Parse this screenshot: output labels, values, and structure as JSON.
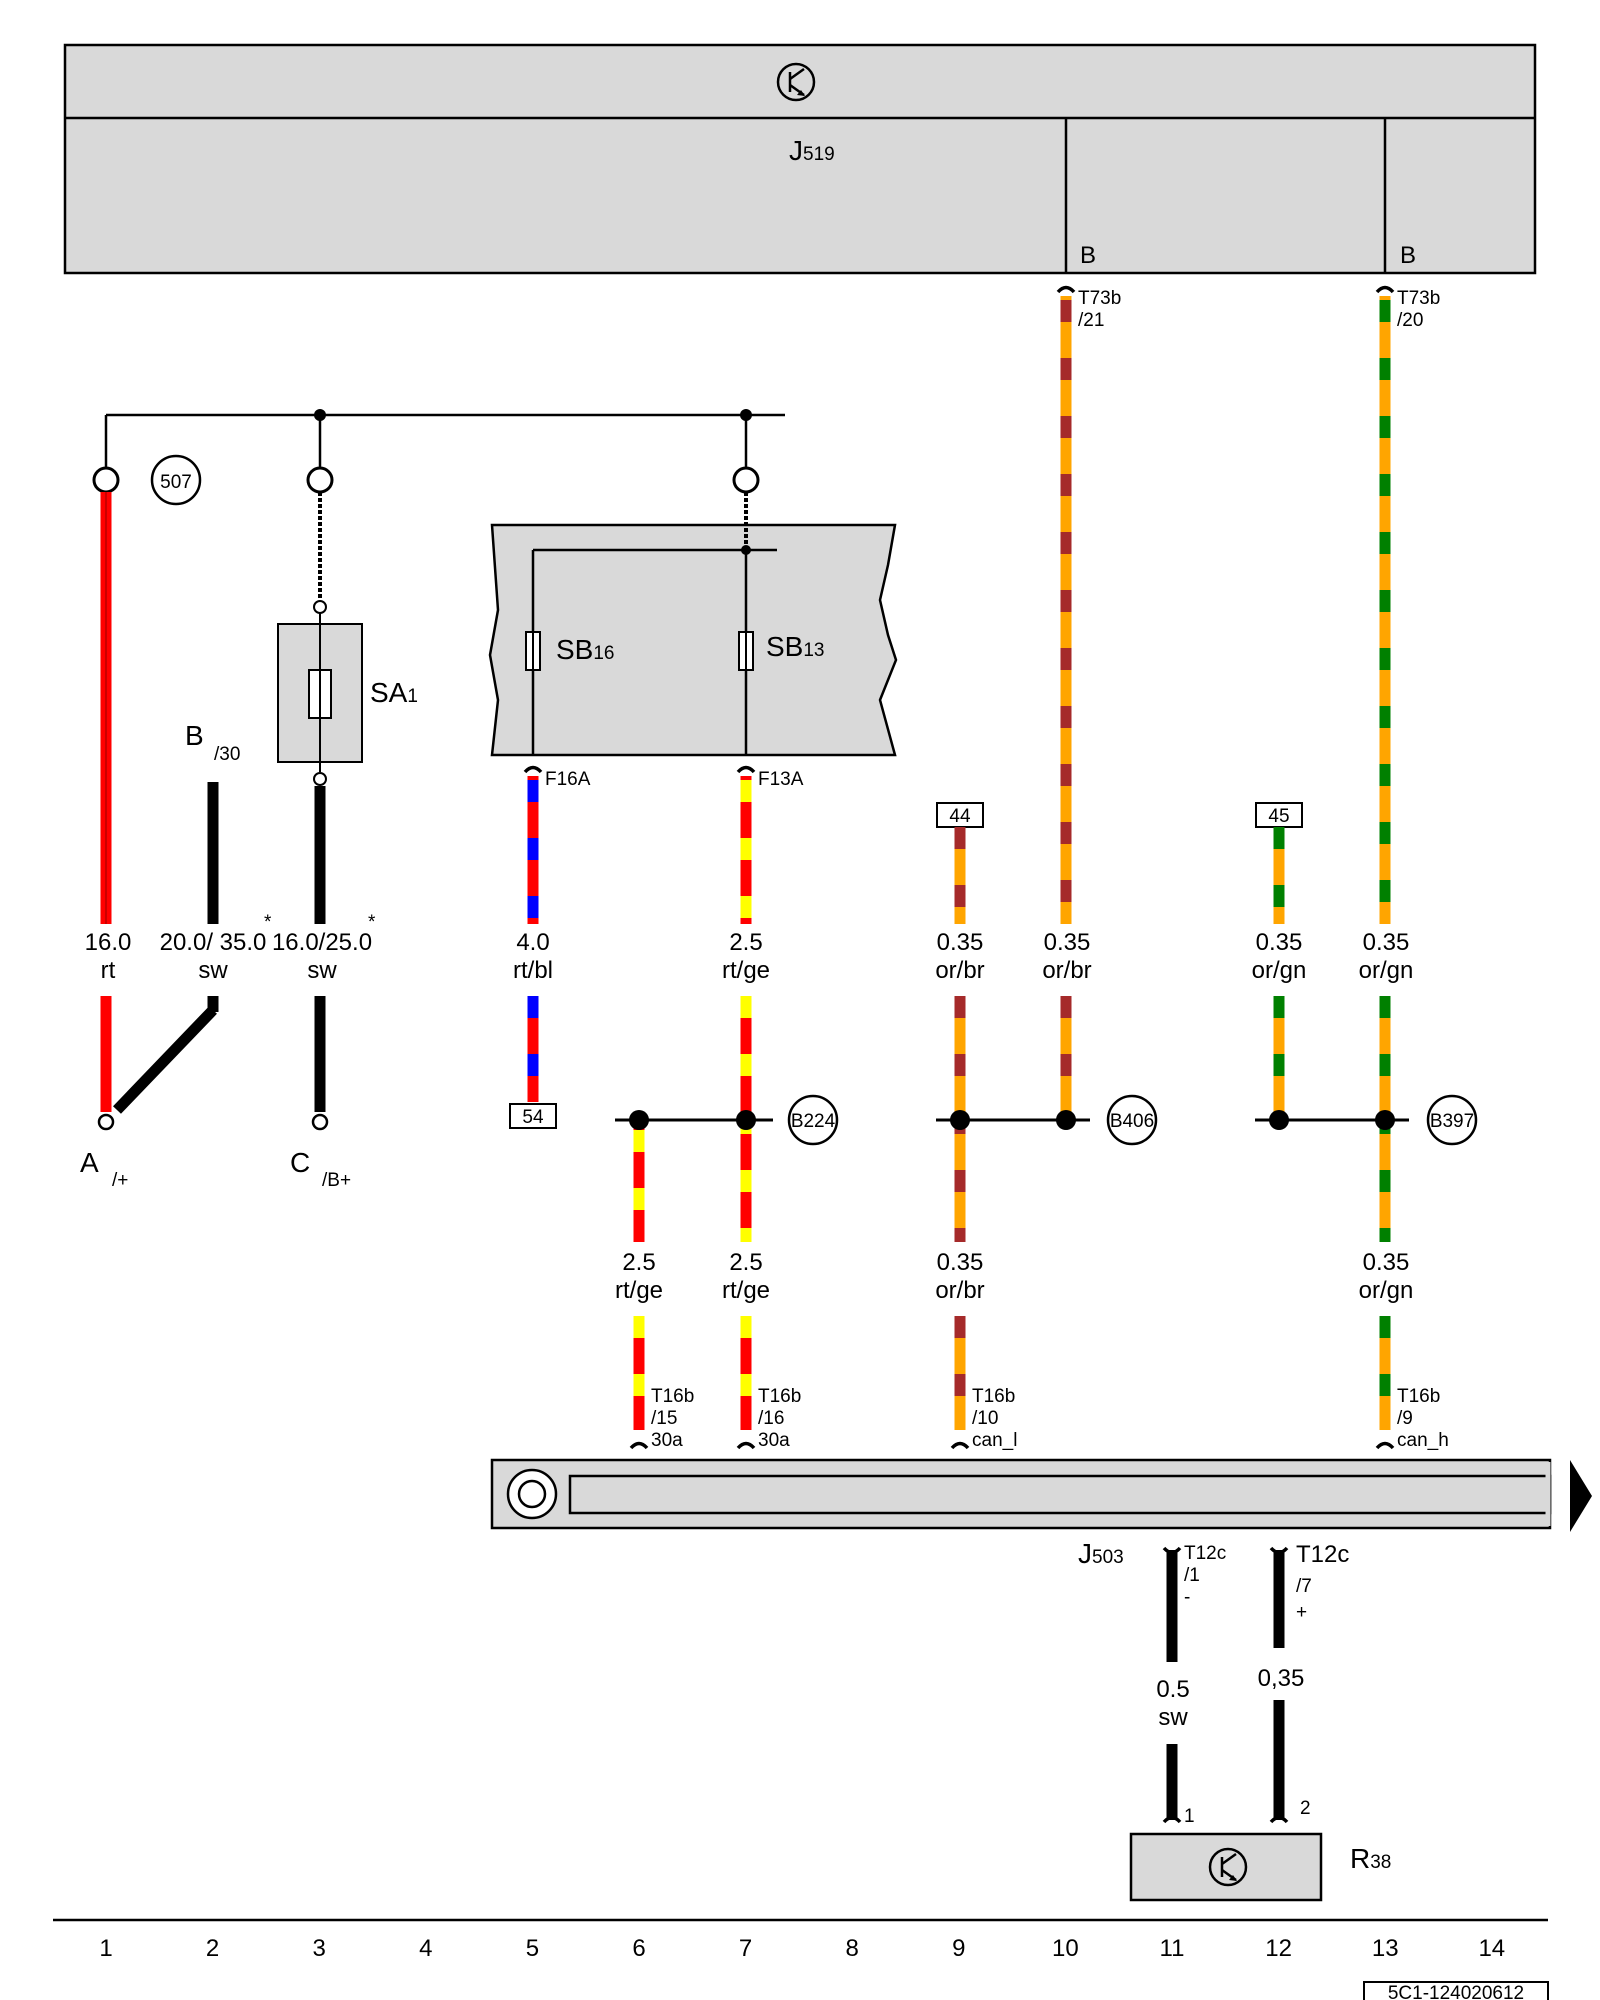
{
  "components": {
    "j519": {
      "name": "J",
      "sub": "519",
      "icon": "transistor-icon"
    },
    "j503": {
      "name": "J",
      "sub": "503"
    },
    "r38": {
      "name": "R",
      "sub": "38",
      "icon": "transistor-icon"
    },
    "sa1": {
      "name": "SA",
      "sub": "1"
    },
    "sb16": {
      "name": "SB",
      "sub": "16"
    },
    "sb13": {
      "name": "SB",
      "sub": "13"
    }
  },
  "markers": {
    "m507": "507",
    "b224": "B224",
    "b406": "B406",
    "b397": "B397",
    "box44": "44",
    "box45": "45",
    "box54": "54"
  },
  "pins": {
    "j519_b1": "B",
    "j519_b2": "B",
    "t73b_21_a": "T73b",
    "t73b_21_b": "/21",
    "t73b_20_a": "T73b",
    "t73b_20_b": "/20",
    "f16a": "F16A",
    "f13a": "F13A",
    "t16b_15_a": "T16b",
    "t16b_15_b": "/15",
    "t16b_15_c": "30a",
    "t16b_16_a": "T16b",
    "t16b_16_b": "/16",
    "t16b_16_c": "30a",
    "t16b_10_a": "T16b",
    "t16b_10_b": "/10",
    "t16b_10_c": "can_l",
    "t16b_9_a": "T16b",
    "t16b_9_b": "/9",
    "t16b_9_c": "can_h",
    "t12c_1_a": "T12c",
    "t12c_1_b": "/1",
    "t12c_1_c": "-",
    "t12c_7_a": "T12c",
    "t12c_7_b": "/7",
    "t12c_7_c": "+",
    "r38_1": "1",
    "r38_2": "2"
  },
  "terminals": {
    "a_main": "A",
    "a_sub": "/+",
    "b_main": "B",
    "b_sub": "/30",
    "c_main": "C",
    "c_sub": "/B+"
  },
  "wires": {
    "w1_size": "16.0",
    "w1_color": "rt",
    "w2_size": "20.0/ 35.0",
    "w2_color": "sw",
    "w2_star": "*",
    "w3_size": "16.0/25.0",
    "w3_color": "sw",
    "w3_star": "*",
    "w5_size": "4.0",
    "w5_color": "rt/bl",
    "w7_size": "2.5",
    "w7_color": "rt/ge",
    "w9_size": "0.35",
    "w9_color": "or/br",
    "w10_size": "0.35",
    "w10_color": "or/br",
    "w12a_size": "0.35",
    "w12a_color": "or/gn",
    "w13_size": "0.35",
    "w13_color": "or/gn",
    "w6b_size": "2.5",
    "w6b_color": "rt/ge",
    "w7b_size": "2.5",
    "w7b_color": "rt/ge",
    "w9b_size": "0.35",
    "w9b_color": "or/br",
    "w13b_size": "0.35",
    "w13b_color": "or/gn",
    "w11_size": "0.5",
    "w11_color": "sw",
    "w12_size": "0,35"
  },
  "colors": {
    "red": "#ff0000",
    "black": "#000000",
    "blue": "#0000ff",
    "yellow": "#ffff00",
    "orange": "#ffa500",
    "brown": "#a52a2a",
    "green": "#008000",
    "box_fill": "#d9d9d9"
  },
  "grid_numbers": [
    "1",
    "2",
    "3",
    "4",
    "5",
    "6",
    "7",
    "8",
    "9",
    "10",
    "11",
    "12",
    "13",
    "14"
  ],
  "footer": {
    "code": "5C1-124020612"
  }
}
